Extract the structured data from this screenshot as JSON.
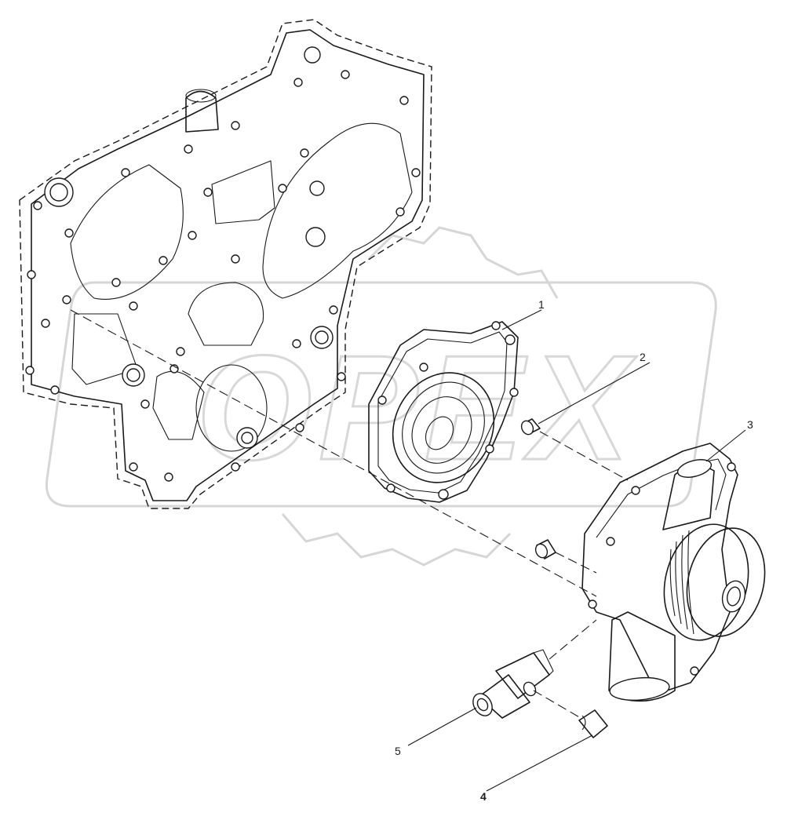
{
  "callouts": [
    {
      "id": "1",
      "text": "1"
    },
    {
      "id": "2",
      "text": "2"
    },
    {
      "id": "3",
      "text": "3"
    },
    {
      "id": "4",
      "text": "4"
    },
    {
      "id": "5",
      "text": "5"
    }
  ],
  "watermark_text": "OPEX",
  "colors": {
    "line": "#1a1a1a",
    "watermark": "#d6d6d6",
    "background": "#ffffff"
  }
}
